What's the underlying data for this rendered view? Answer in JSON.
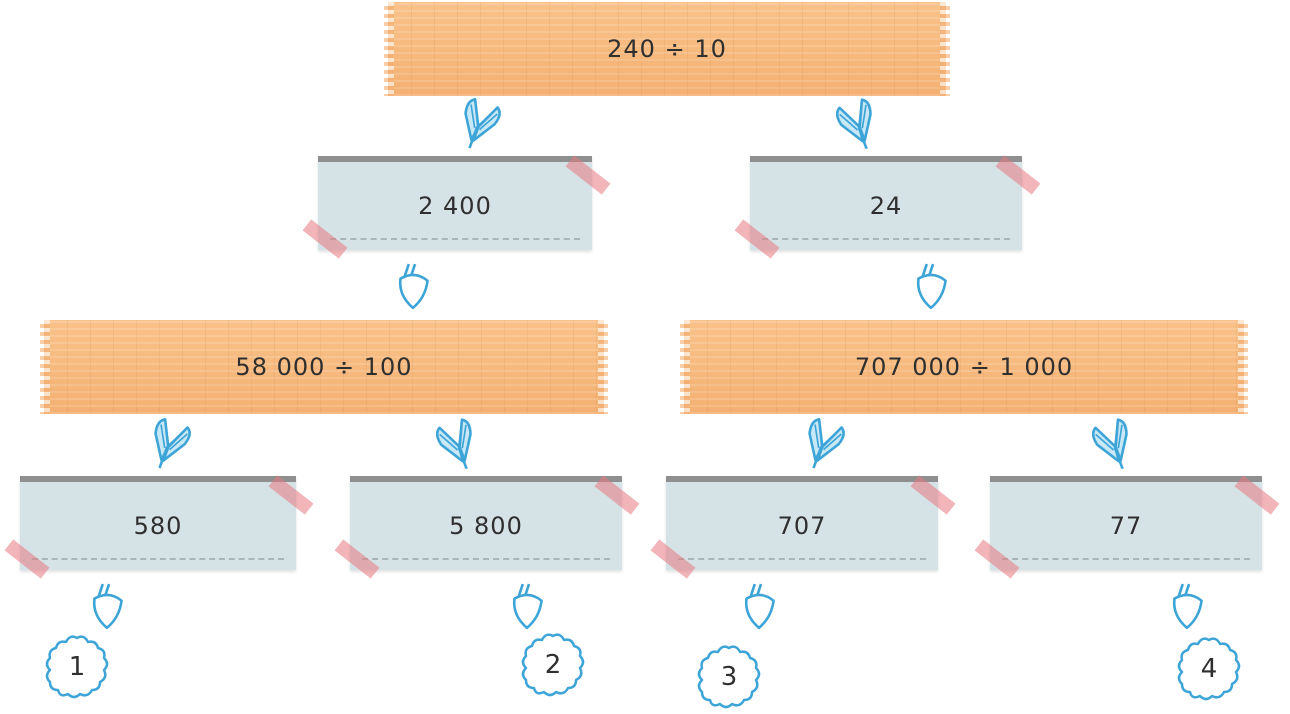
{
  "accent": {
    "wood": "#f8bb7f",
    "card": "#d6e3e6",
    "tape": "#e87880",
    "icon": "#3da4d8"
  },
  "top": {
    "expression": "240 ÷ 10"
  },
  "level1": [
    {
      "value": "2 400"
    },
    {
      "value": "24"
    }
  ],
  "level2": [
    {
      "expression": "58 000 ÷ 100"
    },
    {
      "expression": "707 000 ÷ 1 000"
    }
  ],
  "level3": [
    {
      "value": "580"
    },
    {
      "value": "5 800"
    },
    {
      "value": "707"
    },
    {
      "value": "77"
    }
  ],
  "badges": [
    "1",
    "2",
    "3",
    "4"
  ],
  "icons": {
    "arrow": "feather-arrow-icon",
    "plug": "plug-icon",
    "badge": "flower-badge-icon"
  }
}
